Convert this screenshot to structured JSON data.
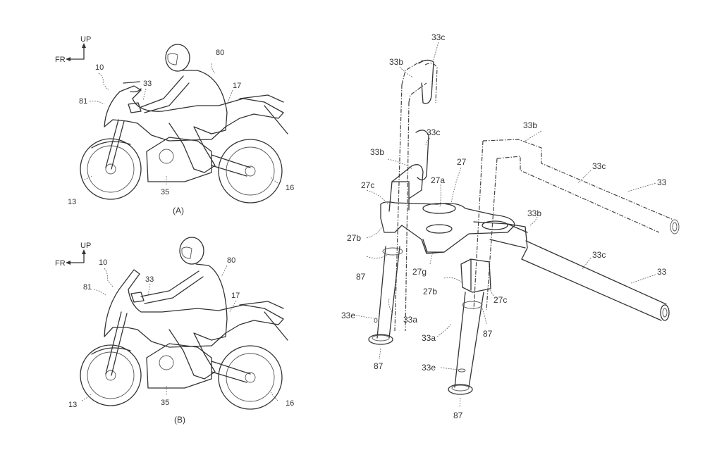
{
  "figure_a": {
    "caption": "(A)",
    "direction": {
      "up": "UP",
      "front": "FR"
    },
    "labels": {
      "vehicle": "10",
      "handlebar": "33",
      "cowl": "81",
      "rider": "80",
      "seat": "17",
      "front_wheel": "13",
      "engine": "35",
      "rear_wheel": "16"
    }
  },
  "figure_b": {
    "caption": "(B)",
    "direction": {
      "up": "UP",
      "front": "FR"
    },
    "labels": {
      "vehicle": "10",
      "handlebar": "33",
      "cowl": "81",
      "rider": "80",
      "seat": "17",
      "front_wheel": "13",
      "engine": "35",
      "rear_wheel": "16"
    }
  },
  "detail": {
    "labels": {
      "bar_end_top": "33c",
      "bend_top": "33b",
      "bar_end_mid": "33c",
      "bend_mid": "33b",
      "bridge": "27",
      "bridge_hole": "27a",
      "clamp_left_c": "27c",
      "clamp_left_b": "27b",
      "collar_left": "87",
      "arm": "27g",
      "right_bend_dash": "33b",
      "right_grip_dash": "33c",
      "right_bar_dash": "33",
      "right_bend_solid": "33b",
      "right_grip_solid": "33c",
      "right_bar_solid": "33",
      "clamp_right_b": "27b",
      "clamp_right_c": "27c",
      "collar_right": "87",
      "tube_left": "33a",
      "slot_left": "33e",
      "end_left": "87",
      "tube_right": "33a",
      "slot_right": "33e",
      "end_right": "87"
    }
  },
  "colors": {
    "line": "#333333",
    "background": "#ffffff"
  }
}
